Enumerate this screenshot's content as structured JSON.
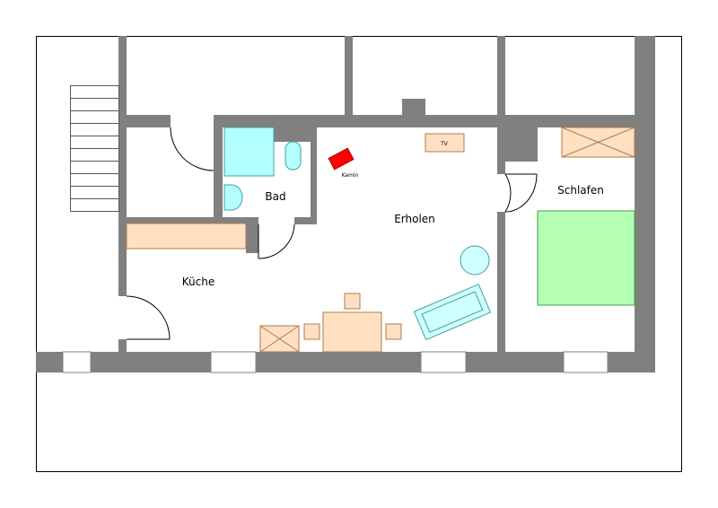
{
  "rooms": {
    "kueche": "Küche",
    "bad": "Bad",
    "erholen": "Erholen",
    "schlafen": "Schlafen"
  },
  "fixtures": {
    "tv": "TV",
    "kamin": "Kamin"
  },
  "colors": {
    "wall": "#808080",
    "bath_fixture": "#b3ffff",
    "furniture": "#ffe0c2",
    "bed": "#b3ffb3",
    "fireplace": "#ff0000",
    "sofa": "#cfffff",
    "furniture_stroke": "#b07a4a",
    "bath_stroke": "#40a0a0",
    "bed_stroke": "#40a040"
  }
}
